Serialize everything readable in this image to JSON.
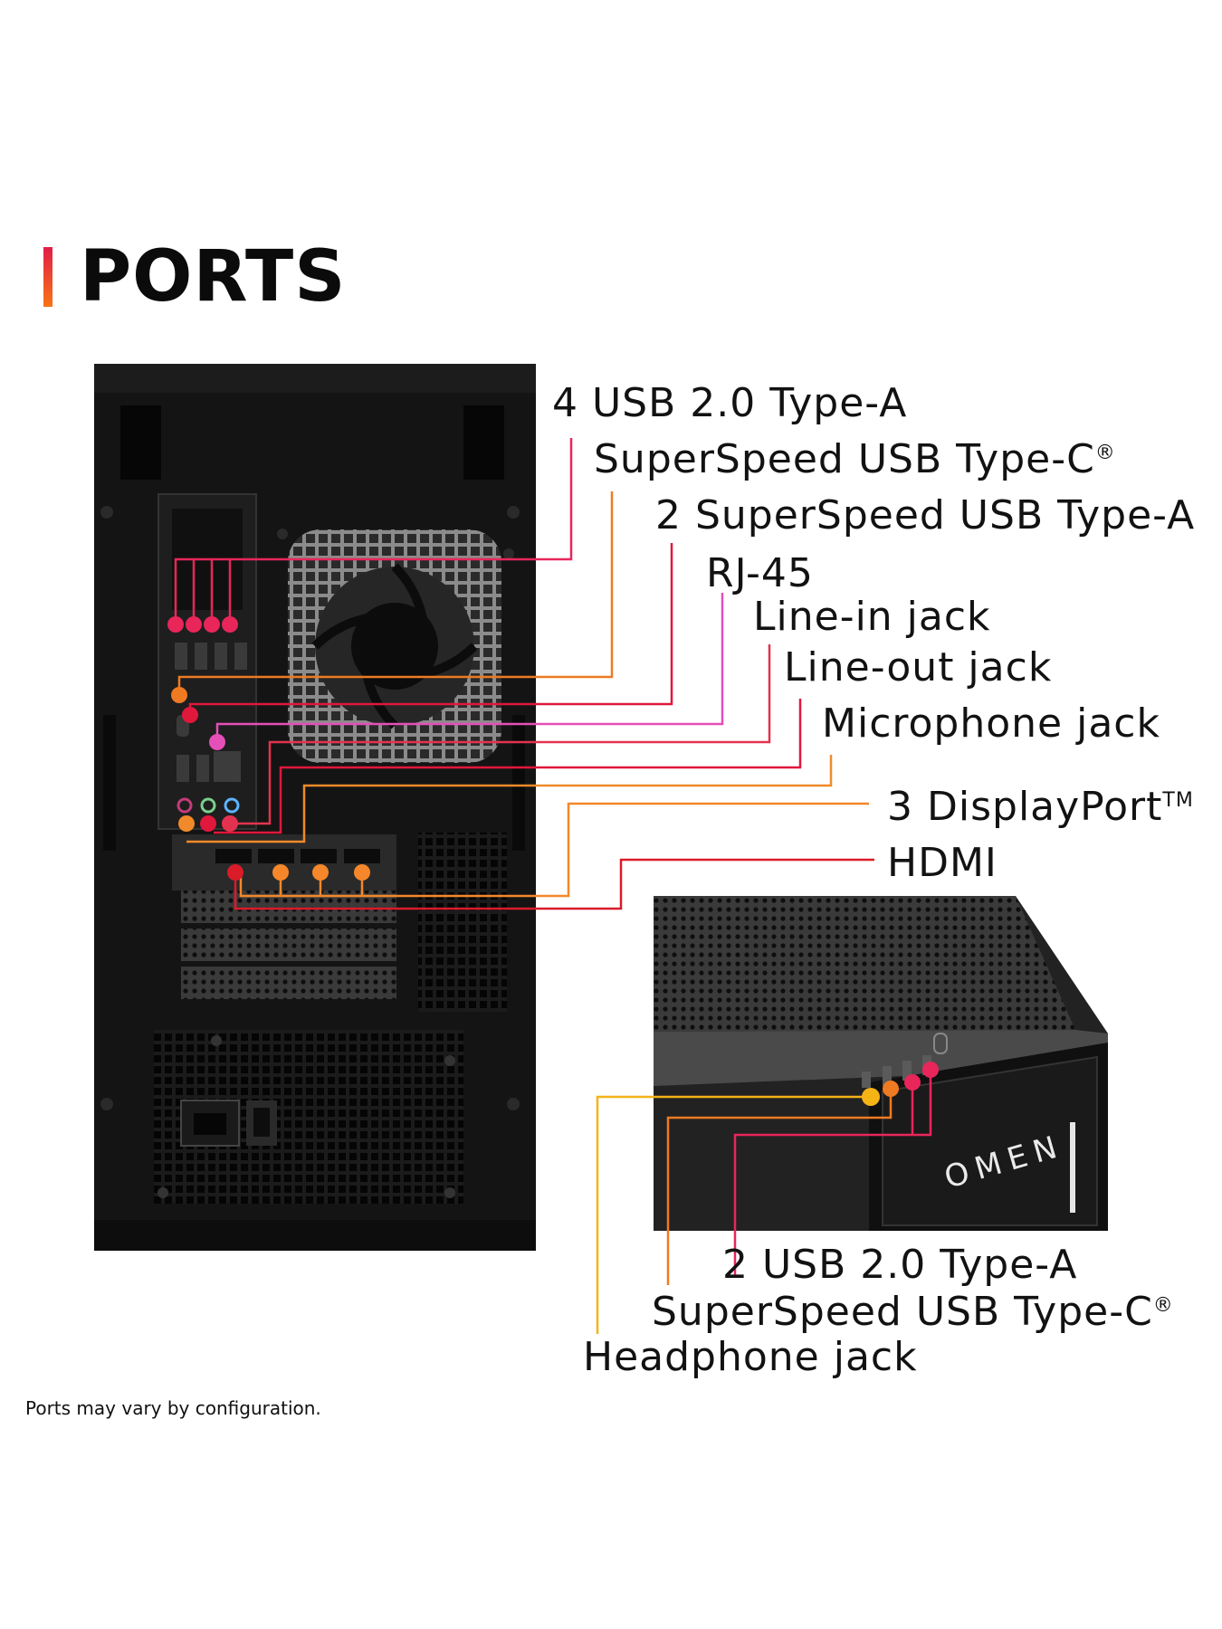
{
  "title": "PORTS",
  "rear_labels": [
    {
      "text": "4 USB 2.0 Type-A",
      "sup": ""
    },
    {
      "text": "SuperSpeed USB Type-C",
      "sup": "®"
    },
    {
      "text": "2 SuperSpeed USB Type-A",
      "sup": ""
    },
    {
      "text": "RJ-45",
      "sup": ""
    },
    {
      "text": "Line-in jack",
      "sup": ""
    },
    {
      "text": "Line-out jack",
      "sup": ""
    },
    {
      "text": "Microphone jack",
      "sup": ""
    },
    {
      "text": "3 DisplayPort",
      "sup": "TM"
    },
    {
      "text": "HDMI",
      "sup": ""
    }
  ],
  "front_labels": [
    {
      "text": "2 USB 2.0 Type-A",
      "sup": ""
    },
    {
      "text": "SuperSpeed USB Type-C",
      "sup": "®"
    },
    {
      "text": "Headphone jack",
      "sup": ""
    }
  ],
  "brand_logo": "OMEN",
  "footnote": "Ports may vary by configuration.",
  "colors": {
    "usb2": "#e8265a",
    "usbc": "#ee7a22",
    "usba_ss": "#e0183c",
    "rj45": "#e44fb8",
    "lineout": "#e3324f",
    "mic": "#f08a2a",
    "displayport": "#f5872a",
    "hdmi": "#d91c28",
    "headphone": "#f5b316",
    "accent_gradient_top": "#e11d48",
    "accent_gradient_bottom": "#f97316"
  }
}
